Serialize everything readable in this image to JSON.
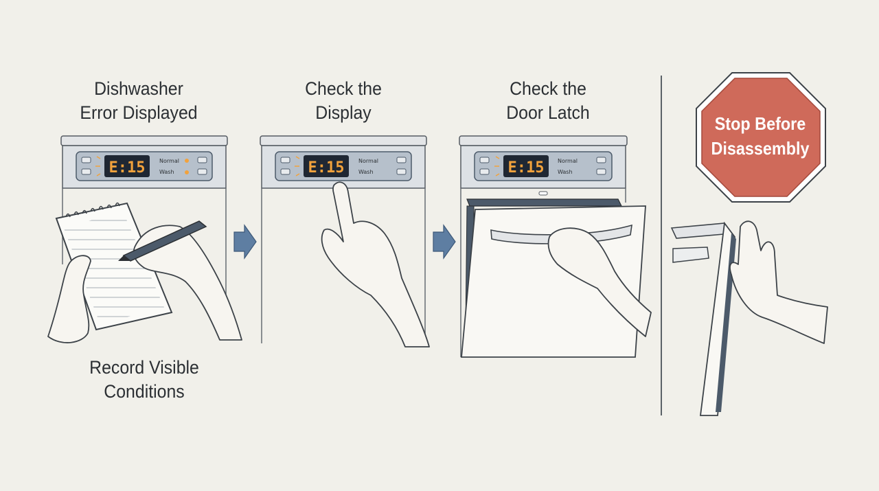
{
  "steps": [
    {
      "title_line1": "Dishwasher",
      "title_line2": "Error Displayed",
      "caption_line1": "Record Visible",
      "caption_line2": "Conditions"
    },
    {
      "title_line1": "Check the",
      "title_line2": "Display"
    },
    {
      "title_line1": "Check the",
      "title_line2": "Door Latch"
    }
  ],
  "stop_sign": {
    "line1": "Stop Before",
    "line2": "Disassembly"
  },
  "panel": {
    "error_code": "E:15",
    "label_top": "Normal",
    "label_bottom": "Wash"
  },
  "colors": {
    "background": "#f1f0ea",
    "panel": "#bac3cd",
    "panel_dark": "#4c5a6a",
    "lcd": "#1f2733",
    "lcd_digits": "#f2a23c",
    "arrow": "#5e7ea2",
    "stop_sign": "#cf6a5a",
    "outline": "#4a4f55"
  },
  "icons": [
    "right-arrow-icon",
    "stop-sign-icon",
    "notepad-icon",
    "pen-icon",
    "hand-icon"
  ]
}
